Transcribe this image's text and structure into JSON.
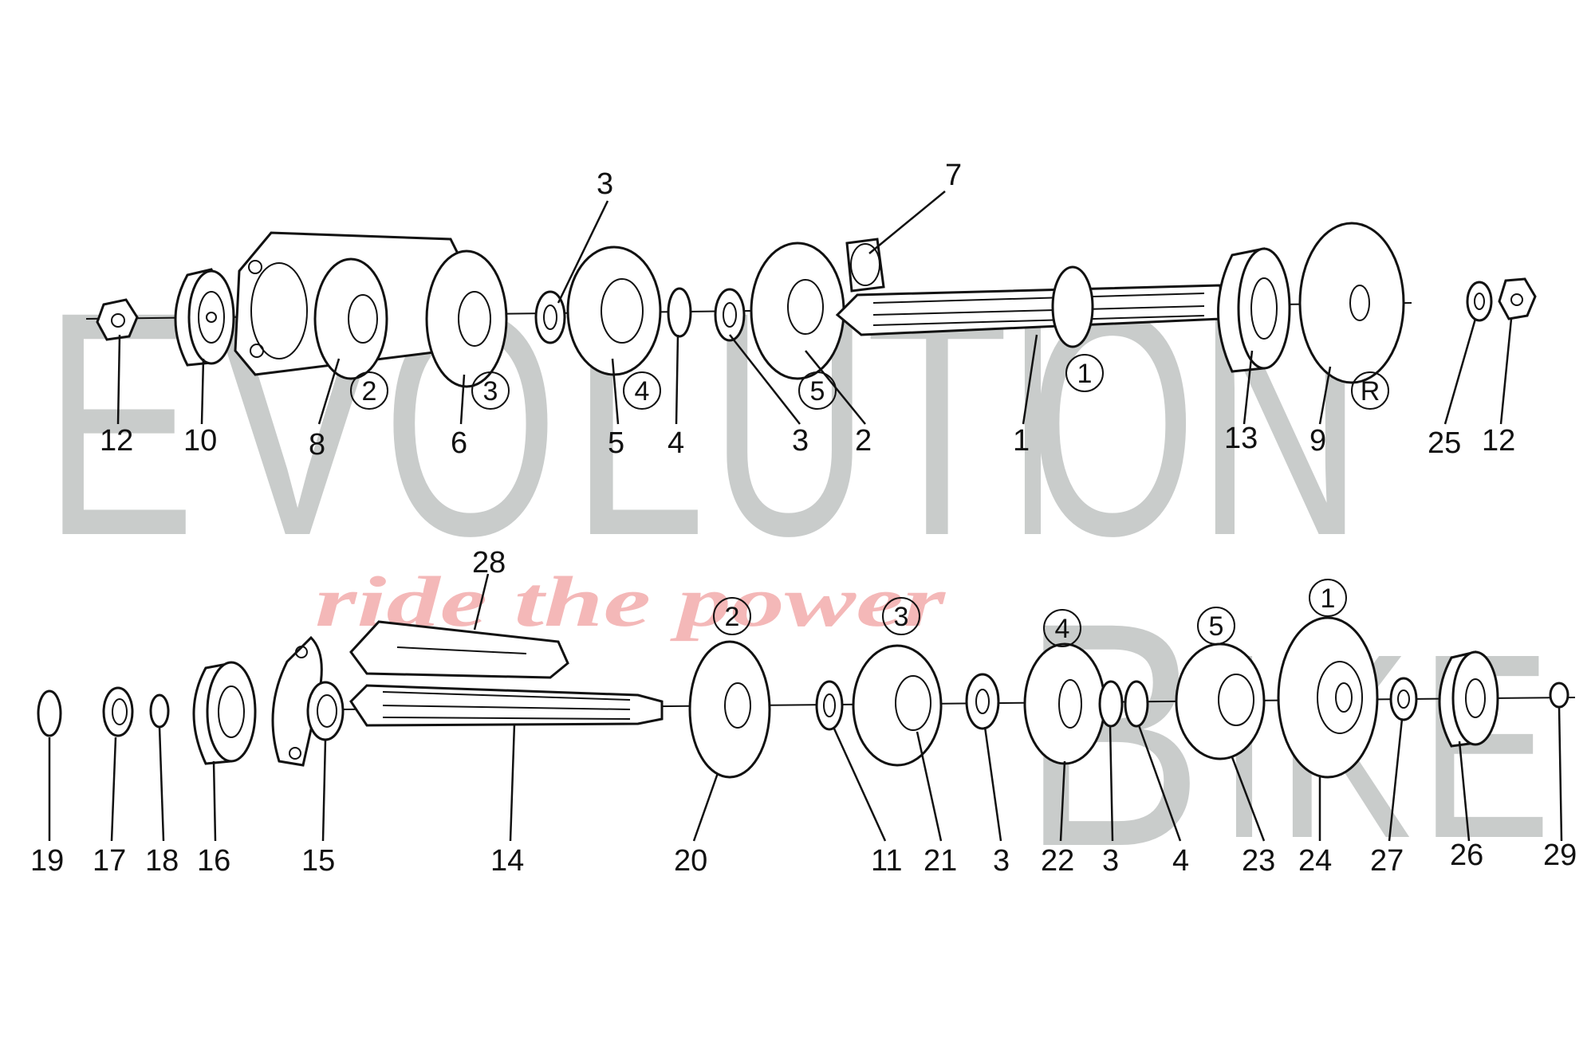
{
  "watermark": {
    "letters": [
      "E",
      "V",
      "O",
      "L",
      "U",
      "T",
      "I",
      "O",
      "N",
      "B",
      "I",
      "K",
      "E"
    ],
    "slogan": "ride the power",
    "colors": {
      "letters": "#c9cccb",
      "slogan": "#f4b8b8"
    }
  },
  "callouts_top": [
    "12",
    "10",
    "8",
    "6",
    "5",
    "4",
    "3",
    "2",
    "1",
    "13",
    "9",
    "25",
    "12",
    "3",
    "7"
  ],
  "callouts_bottom": [
    "19",
    "17",
    "18",
    "16",
    "15",
    "14",
    "20",
    "11",
    "21",
    "3",
    "22",
    "3",
    "4",
    "23",
    "24",
    "27",
    "26",
    "29",
    "28"
  ],
  "gear_markers": {
    "top": [
      "2",
      "3",
      "4",
      "5",
      "1",
      "R"
    ],
    "bottom": [
      "2",
      "3",
      "4",
      "5",
      "1"
    ]
  }
}
